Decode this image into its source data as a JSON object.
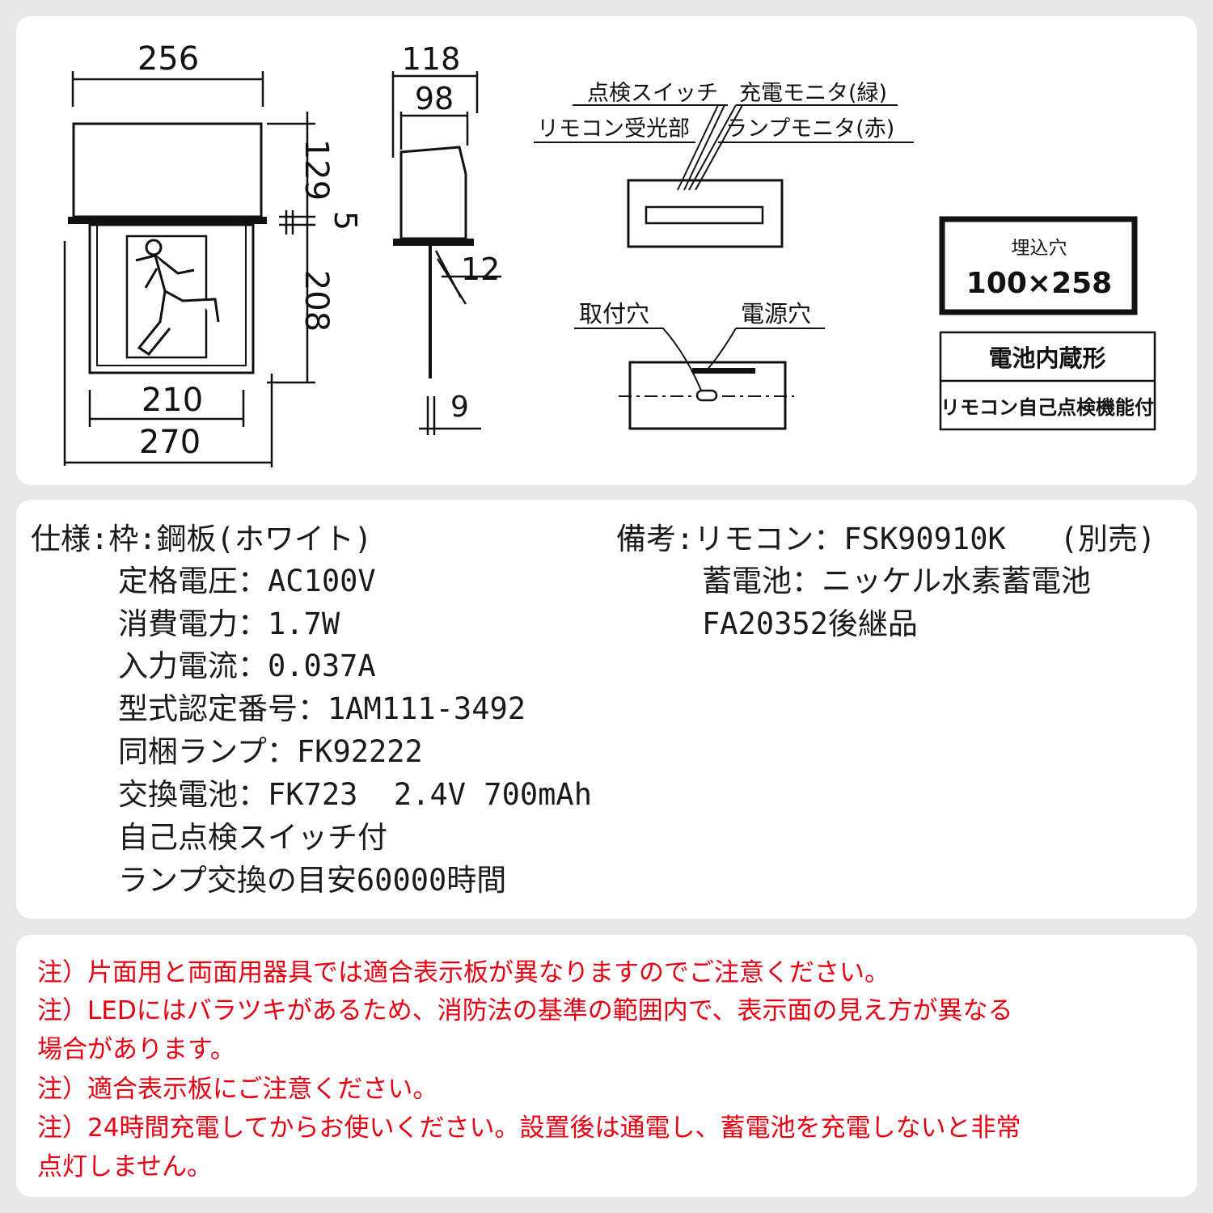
{
  "drawing": {
    "front": {
      "width_top": "256",
      "top_height": "129",
      "gap": "5",
      "panel_height": "208",
      "inner_width": "210",
      "outer_width": "270"
    },
    "side": {
      "depth_outer": "118",
      "depth_inner": "98",
      "plate": "12",
      "thickness": "9"
    },
    "monitor": {
      "inspection_switch": "点検スイッチ",
      "remote_receiver": "リモコン受光部",
      "charge_monitor": "充電モニタ(緑)",
      "lamp_monitor": "ランプモニタ(赤)"
    },
    "holes": {
      "mounting_hole": "取付穴",
      "power_hole": "電源穴"
    },
    "embed": {
      "label": "埋込穴",
      "size": "100×258"
    },
    "badge": {
      "type": "電池内蔵形",
      "feature": "リモコン自己点検機能付"
    }
  },
  "specs": {
    "left": [
      "仕様:枠:鋼板(ホワイト)",
      "定格電圧：AC100V",
      "消費電力：1.7W",
      "入力電流：0.037A",
      "型式認定番号：1AM111-3492",
      "同梱ランプ：FK92222",
      "交換電池：FK723  2.4V 700mAh",
      "自己点検スイッチ付",
      "ランプ交換の目安60000時間"
    ],
    "right": [
      "備考:リモコン：FSK90910K   (別売)",
      "蓄電池：ニッケル水素蓄電池",
      "FA20352後継品"
    ]
  },
  "notes": [
    "注）片面用と両面用器具では適合表示板が異なりますのでご注意ください。",
    "注）LEDにはバラツキがあるため、消防法の基準の範囲内で、表示面の見え方が異なる",
    "場合があります。",
    "注）適合表示板にご注意ください。",
    "注）24時間充電してからお使いください。設置後は通電し、蓄電池を充電しないと非常",
    "点灯しません。"
  ],
  "colors": {
    "note_text": "#e60012",
    "panel": "#ffffff",
    "background": "#e7e7e7"
  }
}
